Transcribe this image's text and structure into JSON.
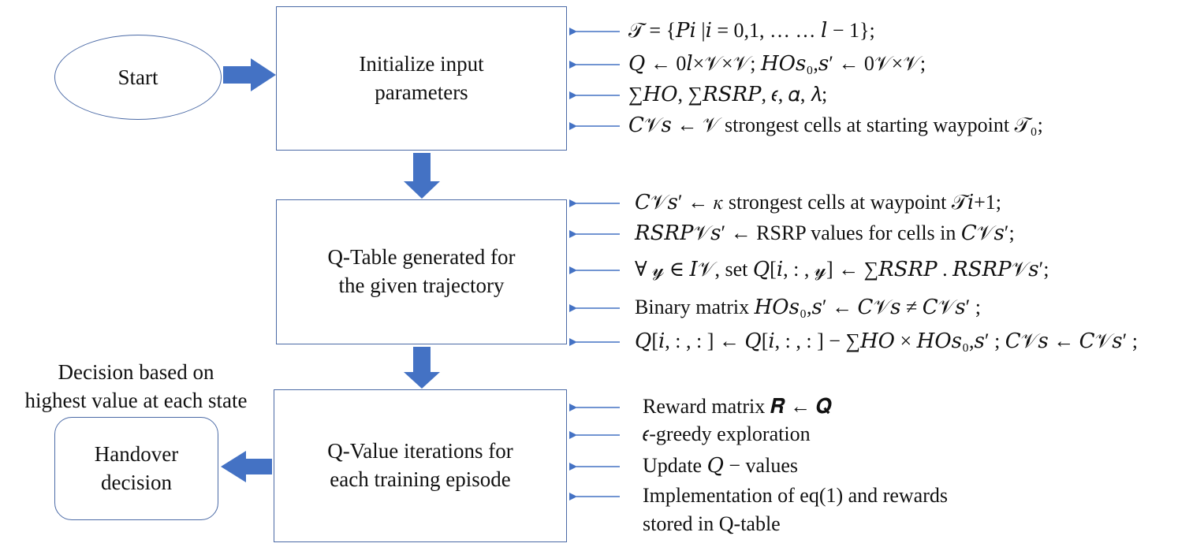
{
  "nodes": {
    "start": "Start",
    "init": [
      "Initialize input",
      "parameters"
    ],
    "qtable": [
      "Q-Table generated for",
      "the given trajectory"
    ],
    "qvalue": [
      "Q-Value iterations for",
      "each training episode"
    ],
    "handover": [
      "Handover",
      "decision"
    ]
  },
  "decision_note": [
    "Decision based on",
    "highest value at each state"
  ],
  "init_lines": [
    "𝒯 = {𝑃𝑖 |𝑖 = 0,1, … … 𝑙 − 1};",
    "𝑄 ← 0𝑙×𝒱×𝒱; 𝐻𝑂𝑠₀,𝑠′ ← 0𝒱×𝒱;",
    "∑𝐻𝑂, ∑𝑅𝑆𝑅𝑃, 𝜖, 𝛼, 𝜆;",
    "𝐶𝒱𝑠 ← 𝒱 strongest cells at starting waypoint 𝒯₀;"
  ],
  "qtable_lines": [
    "𝐶𝒱𝑠′ ← 𝜅 strongest cells at waypoint 𝒯𝑖+1;",
    "𝑅𝑆𝑅𝑃𝒱𝑠′  ←  RSRP values for cells in 𝐶𝒱𝑠′;",
    "∀ 𝓎 ∈ 𝐼𝒱, set 𝑄[𝑖, : , 𝓎] ← ∑𝑅𝑆𝑅𝑃 . 𝑅𝑆𝑅𝑃𝒱𝑠′;",
    "Binary matrix 𝐻𝑂𝑠₀,𝑠′  ←  𝐶𝒱𝑠 ≠ 𝐶𝒱𝑠′ ;",
    "𝑄[𝑖, : , : ] ← 𝑄[𝑖, : , : ] − ∑𝐻𝑂 × 𝐻𝑂𝑠₀,𝑠′ ; 𝐶𝒱𝑠 ← 𝐶𝒱𝑠′ ;"
  ],
  "qvalue_lines": [
    "Reward matrix 𝑹 ← 𝑸",
    "𝜖-greedy exploration",
    "Update 𝑄 − values",
    "Implementation of eq(1) and rewards",
    "stored in Q-table"
  ],
  "colors": {
    "arrow": "#4472c4",
    "border": "#4b6aa6",
    "text": "#111111"
  }
}
